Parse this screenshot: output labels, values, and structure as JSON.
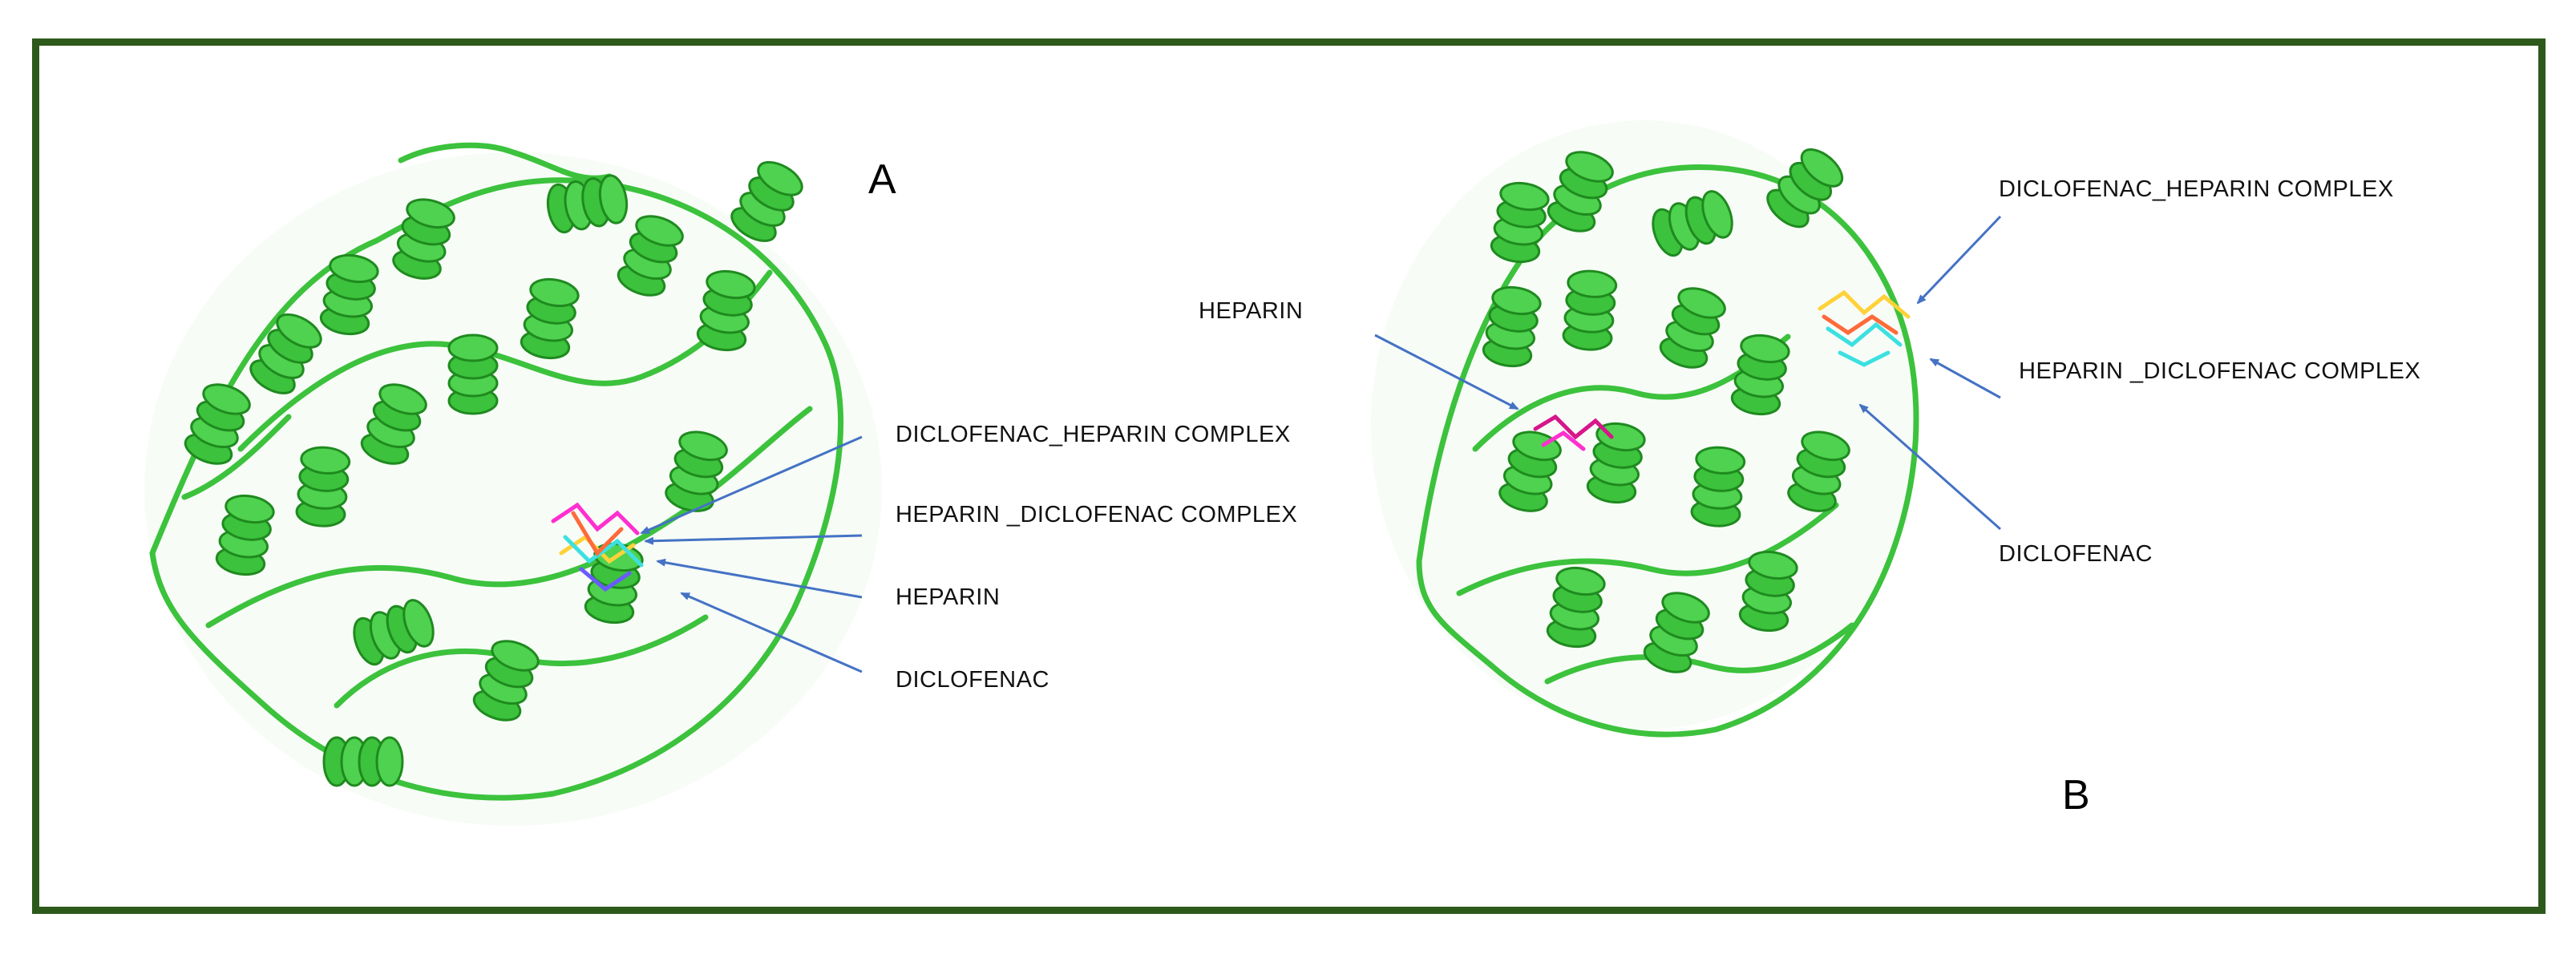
{
  "figure": {
    "border_color": "#2d5a1b",
    "protein_color": "#3cc23c",
    "arrow_color": "#4472c4",
    "panel_a": {
      "letter": "A",
      "labels": {
        "diclofenac_heparin_complex": "DICLOFENAC_HEPARIN COMPLEX",
        "heparin_diclofenac_complex": "HEPARIN _DICLOFENAC COMPLEX",
        "heparin": "HEPARIN",
        "diclofenac": "DICLOFENAC"
      }
    },
    "panel_b": {
      "letter": "B",
      "labels": {
        "heparin": "HEPARIN",
        "diclofenac_heparin_complex": "DICLOFENAC_HEPARIN COMPLEX",
        "heparin_diclofenac_complex": "HEPARIN _DICLOFENAC COMPLEX",
        "diclofenac": "DICLOFENAC"
      }
    }
  }
}
